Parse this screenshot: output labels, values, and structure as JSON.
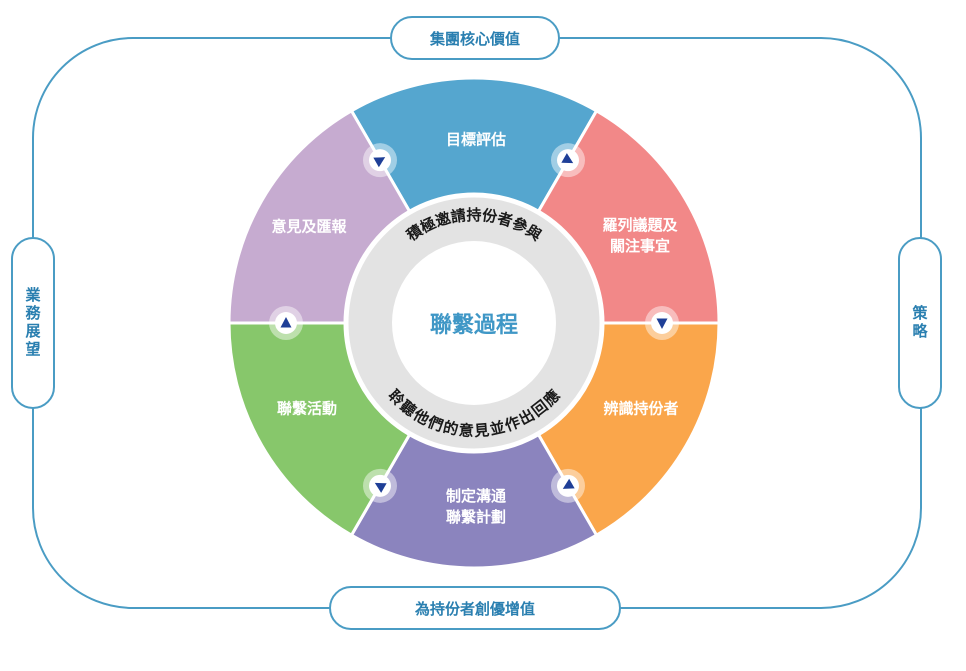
{
  "frame": {
    "top_label": "集團核心價值",
    "bottom_label": "為持份者創優增值",
    "left_label": "業務展望",
    "right_label": "策略"
  },
  "center": {
    "title": "聯繫過程",
    "ring_top_text": "積極邀請持份者參與",
    "ring_bottom_text": "聆聽他們的意見並作出回應"
  },
  "segments": [
    {
      "label": "目標評估",
      "color": "#55a6cf"
    },
    {
      "label": "羅列議題及\n關注事宜",
      "color": "#f28888"
    },
    {
      "label": "辨識持份者",
      "color": "#faa64b"
    },
    {
      "label": "制定溝通\n聯繫計劃",
      "color": "#8b84be"
    },
    {
      "label": "聯繫活動",
      "color": "#87c76b"
    },
    {
      "label": "意見及匯報",
      "color": "#c6abd0"
    }
  ],
  "colors": {
    "frame": "#4a9cc4",
    "ring": "#e3e3e3",
    "arrow": "#1f3f97",
    "center_text": "#3f97c6"
  },
  "icons": [
    "arrow-up-icon",
    "arrow-down-icon",
    "arrow-right-icon",
    "arrow-left-icon"
  ]
}
